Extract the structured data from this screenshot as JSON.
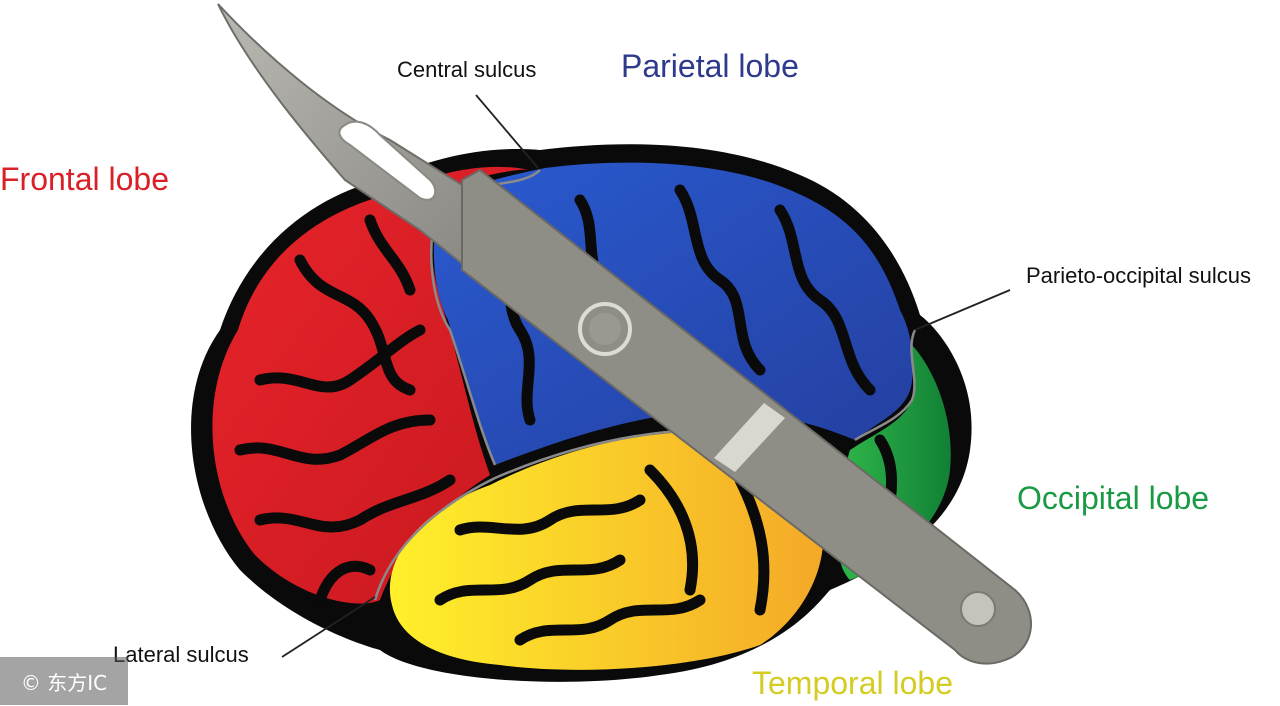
{
  "lobes": {
    "parietal": "Parietal lobe",
    "frontal": "Frontal lobe",
    "occipital": "Occipital lobe",
    "temporal": "Temporal lobe"
  },
  "sulci": {
    "central": "Central sulcus",
    "parieto_occipital": "Parieto-occipital sulcus",
    "lateral": "Lateral sulcus"
  },
  "watermark": "© 东方IC",
  "colors": {
    "frontal": "#e3202a",
    "parietal": "#2a4fb8",
    "occipital": "#1f9a3c",
    "temporal": "#f6c52a",
    "parietal_label": "#2e3a8c",
    "frontal_label": "#d92027",
    "occipital_label": "#1a9a45",
    "temporal_label": "#d4cc23",
    "outline": "#0a0a0a",
    "scalpel": "#8e8d85"
  },
  "icons": {
    "scalpel": "scalpel-icon"
  }
}
